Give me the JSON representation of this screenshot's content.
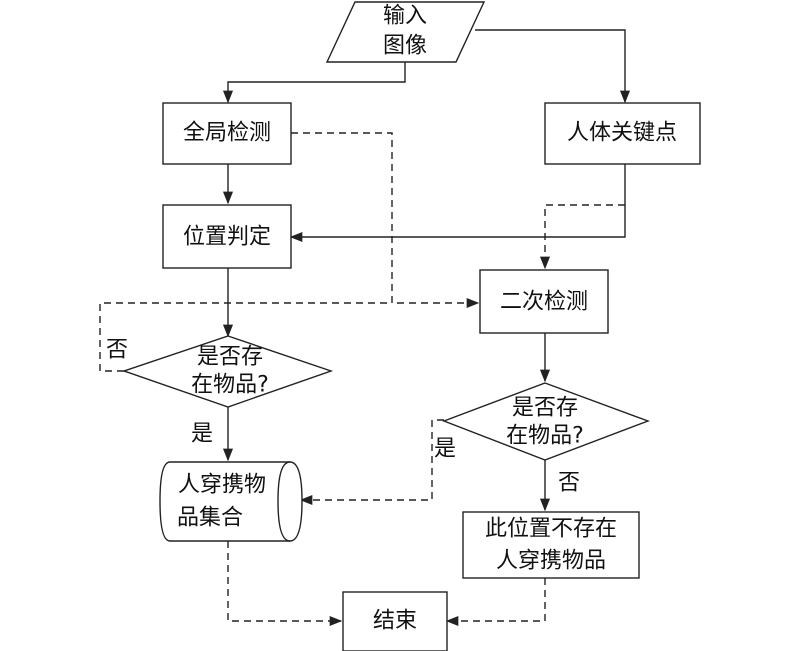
{
  "nodes": {
    "input_image": [
      "输入",
      "图像"
    ],
    "global_detect": "全局检测",
    "keypoints": "人体关键点",
    "position_judge": "位置判定",
    "second_detect": "二次检测",
    "decision1": [
      "是否存",
      "在物品?"
    ],
    "decision2": [
      "是否存",
      "在物品?"
    ],
    "item_set": [
      "人穿携物",
      "品集合"
    ],
    "no_item": [
      "此位置不存在",
      "人穿携物品"
    ],
    "end": "结束"
  },
  "edge_labels": {
    "d1_no": "否",
    "d1_yes": "是",
    "d2_yes": "是",
    "d2_no": "否"
  }
}
